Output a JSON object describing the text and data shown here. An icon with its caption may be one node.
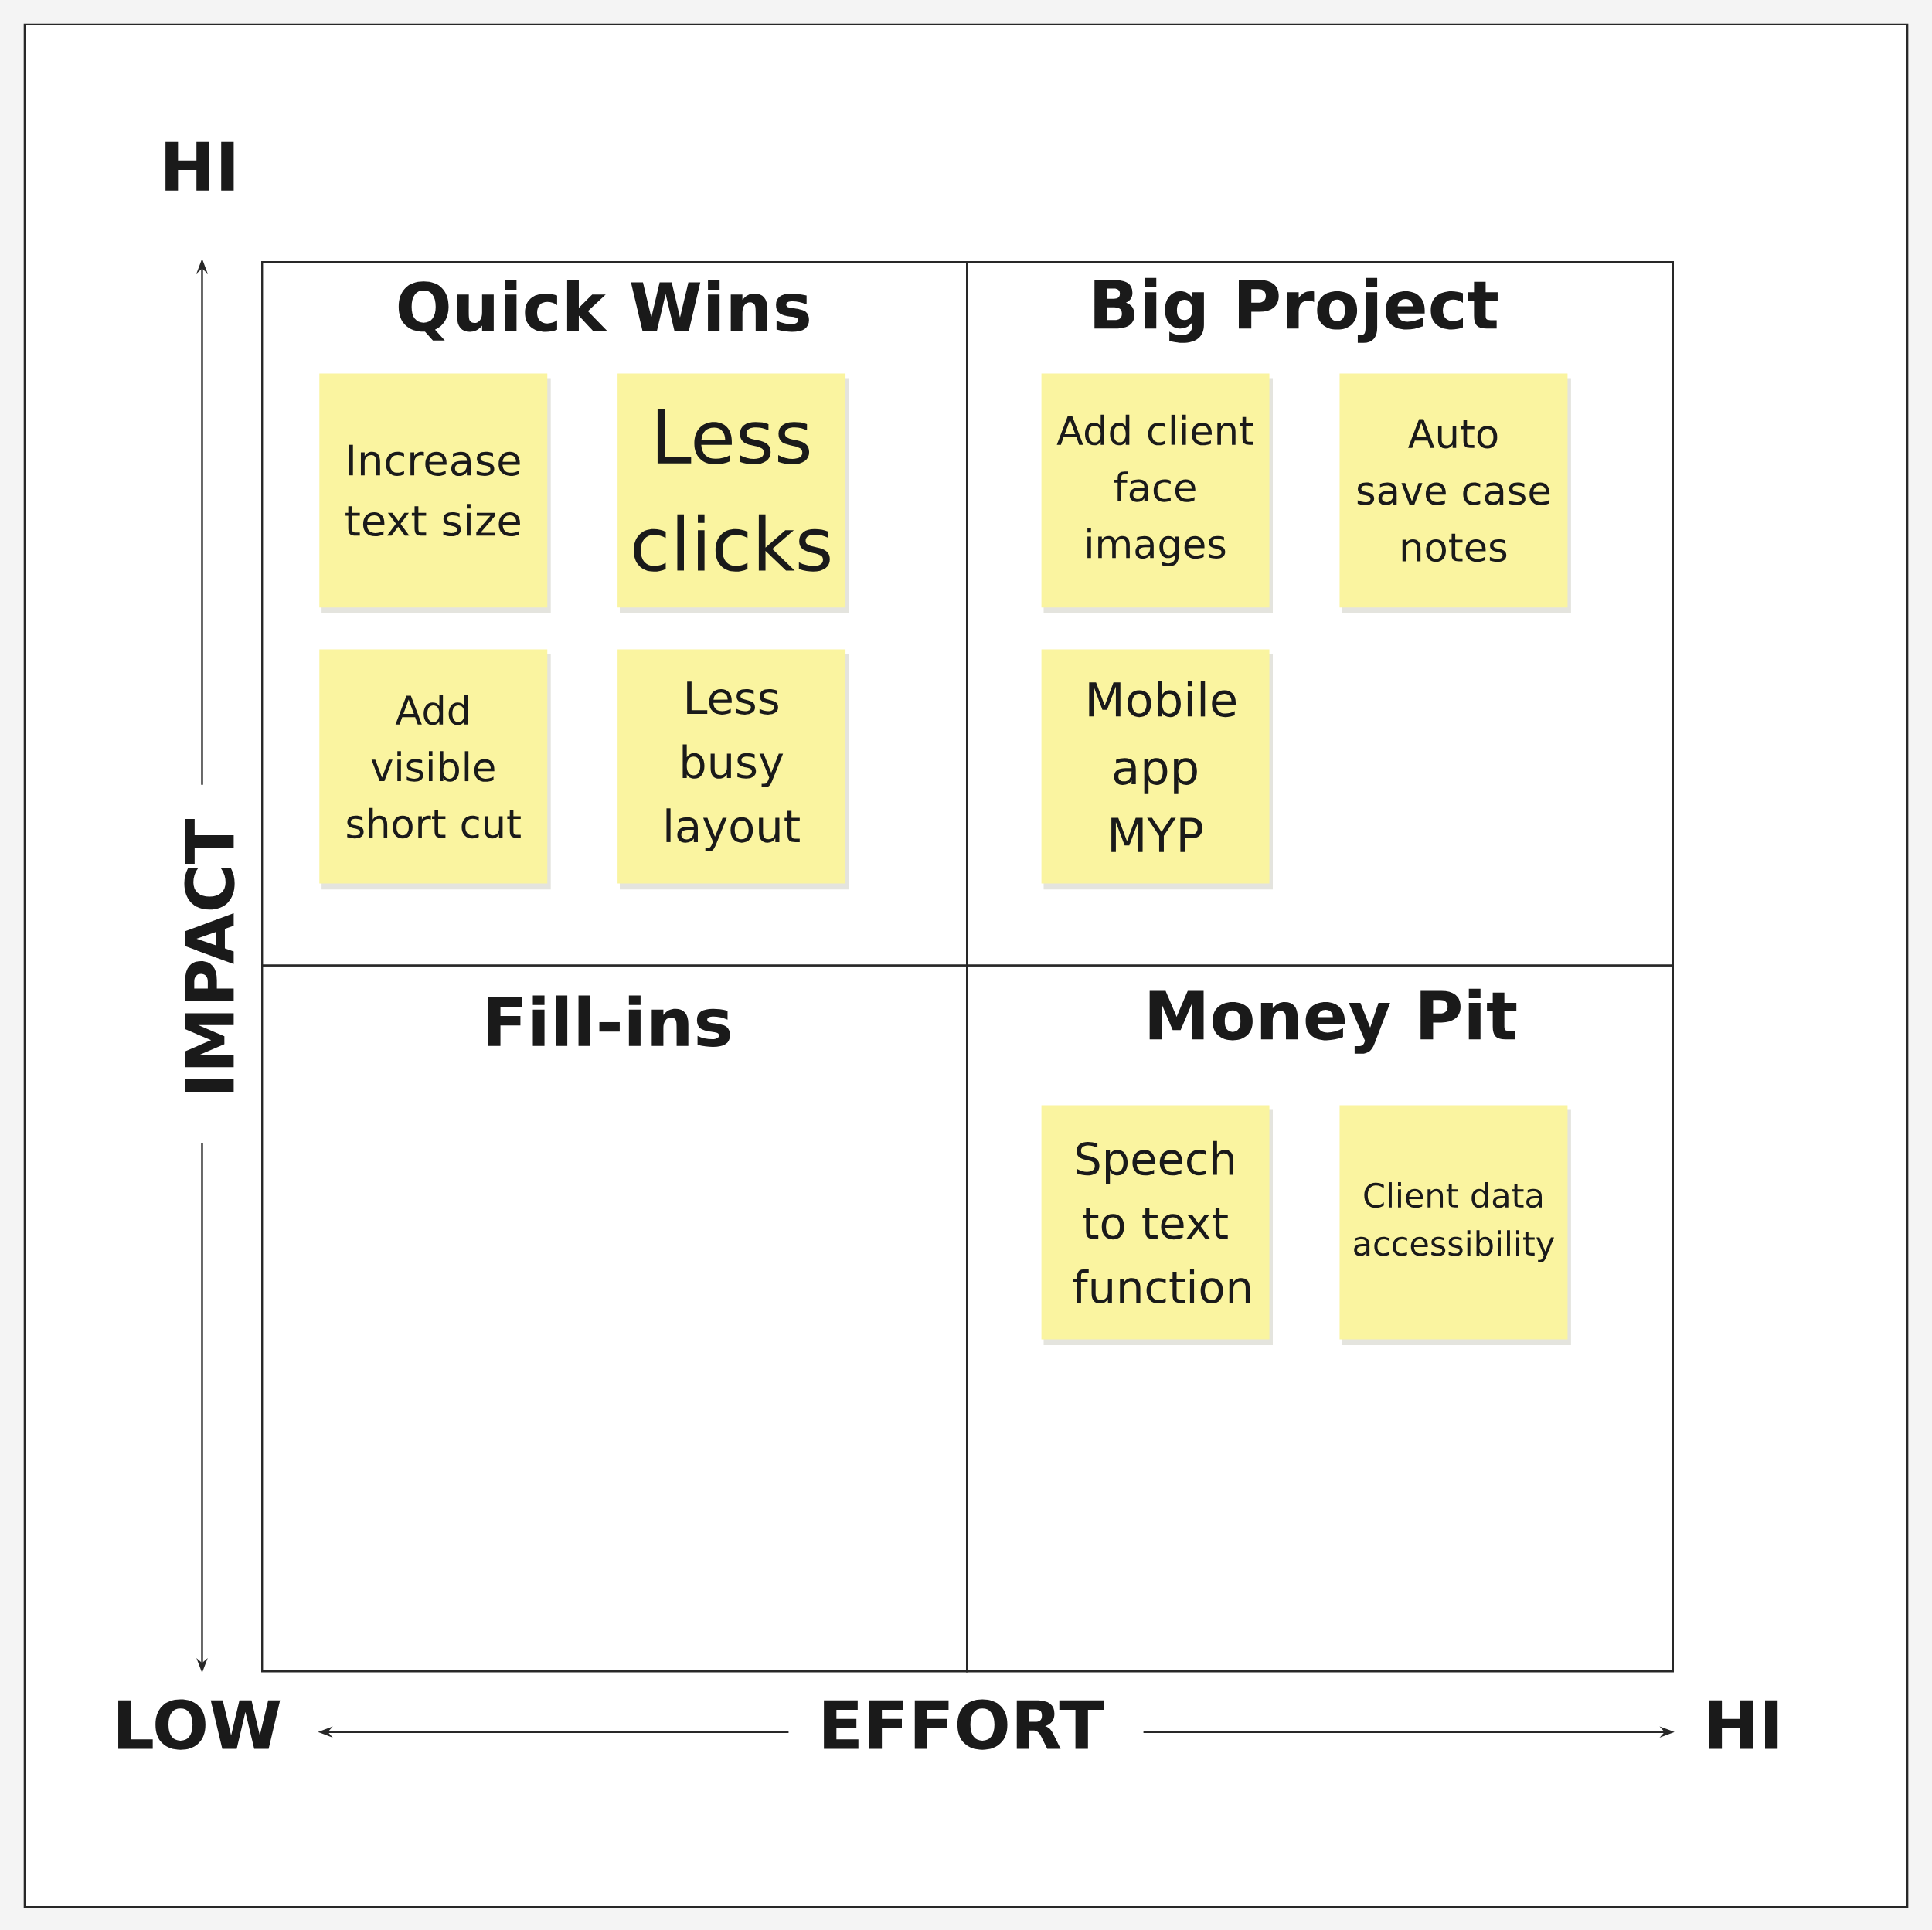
{
  "diagram": {
    "nodes": [
      {
        "text": [
          "Quick Wins"
        ]
      },
      {
        "text": [
          "Increase text size"
        ],
        "in": 0
      },
      {
        "text": [
          "Less clicks"
        ],
        "in": 0
      },
      {
        "text": [
          "Add visible short cut"
        ],
        "in": 0
      },
      {
        "text": [
          "Less busy layout"
        ],
        "in": 0
      },
      {
        "text": [
          "Big Project"
        ]
      },
      {
        "text": [
          "Add client face images"
        ],
        "in": 5
      },
      {
        "text": [
          "Auto save case notes"
        ],
        "in": 5
      },
      {
        "text": [
          "Mobile app MYP"
        ],
        "in": 5
      },
      {
        "text": [
          "Fill-ins"
        ]
      },
      {
        "text": [
          "Money Pit"
        ]
      },
      {
        "text": [
          "Speech to text function"
        ],
        "in": 10
      },
      {
        "text": [
          "Client data accessibility"
        ],
        "in": 10
      }
    ],
    "edges": [],
    "labels": [
      "HI",
      "IMPACT",
      "LOW",
      "EFFORT",
      "HI"
    ]
  }
}
